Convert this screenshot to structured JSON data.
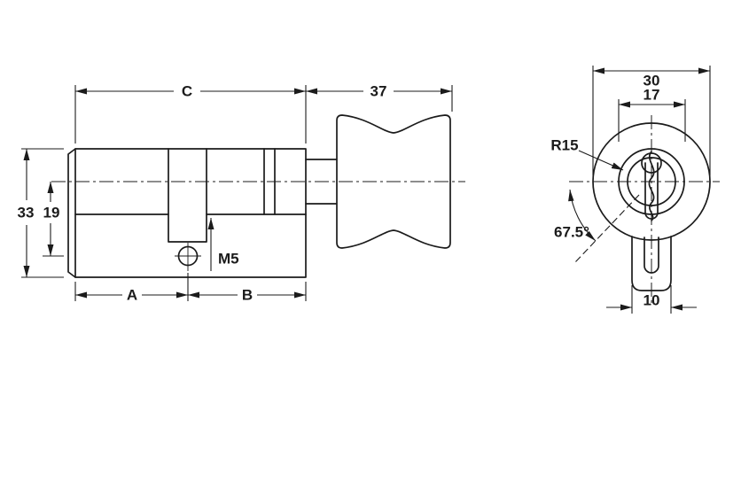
{
  "drawing": {
    "background": "#ffffff",
    "line_color": "#1b1b1b",
    "labels": {
      "dim_c": "C",
      "dim_37": "37",
      "dim_33": "33",
      "dim_19": "19",
      "thread_m5": "M5",
      "dim_a": "A",
      "dim_b": "B",
      "dim_30": "30",
      "dim_17": "17",
      "radius_r15": "R15",
      "angle_67_5": "67.5°",
      "dim_10": "10"
    }
  }
}
